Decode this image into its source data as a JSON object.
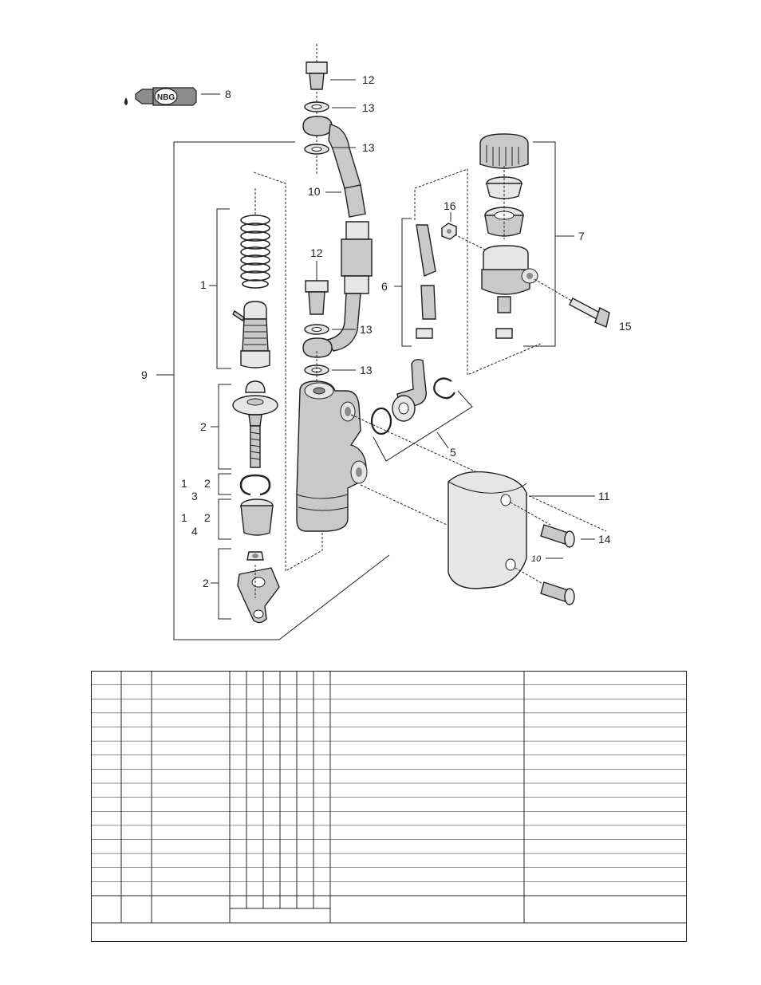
{
  "diagram": {
    "callouts": [
      {
        "id": "c8",
        "text": "8"
      },
      {
        "id": "c12a",
        "text": "12"
      },
      {
        "id": "c13a",
        "text": "13"
      },
      {
        "id": "c13b",
        "text": "13"
      },
      {
        "id": "c10",
        "text": "10"
      },
      {
        "id": "c12b",
        "text": "12"
      },
      {
        "id": "c13c",
        "text": "13"
      },
      {
        "id": "c13d",
        "text": "13"
      },
      {
        "id": "c1",
        "text": "1"
      },
      {
        "id": "c2a",
        "text": "2"
      },
      {
        "id": "c1b",
        "text": "1"
      },
      {
        "id": "c2b",
        "text": "2"
      },
      {
        "id": "c3",
        "text": "3"
      },
      {
        "id": "c1c",
        "text": "1"
      },
      {
        "id": "c2c",
        "text": "2"
      },
      {
        "id": "c4",
        "text": "4"
      },
      {
        "id": "c2d",
        "text": "2"
      },
      {
        "id": "c9",
        "text": "9"
      },
      {
        "id": "c16",
        "text": "16"
      },
      {
        "id": "c6",
        "text": "6"
      },
      {
        "id": "c7",
        "text": "7"
      },
      {
        "id": "c15",
        "text": "15"
      },
      {
        "id": "c5",
        "text": "5"
      },
      {
        "id": "c11",
        "text": "11"
      },
      {
        "id": "c14",
        "text": "14"
      },
      {
        "id": "c10b",
        "text": "10"
      }
    ],
    "tube_label": "NBG"
  },
  "table": {
    "rows": 16,
    "footer_note": ""
  }
}
